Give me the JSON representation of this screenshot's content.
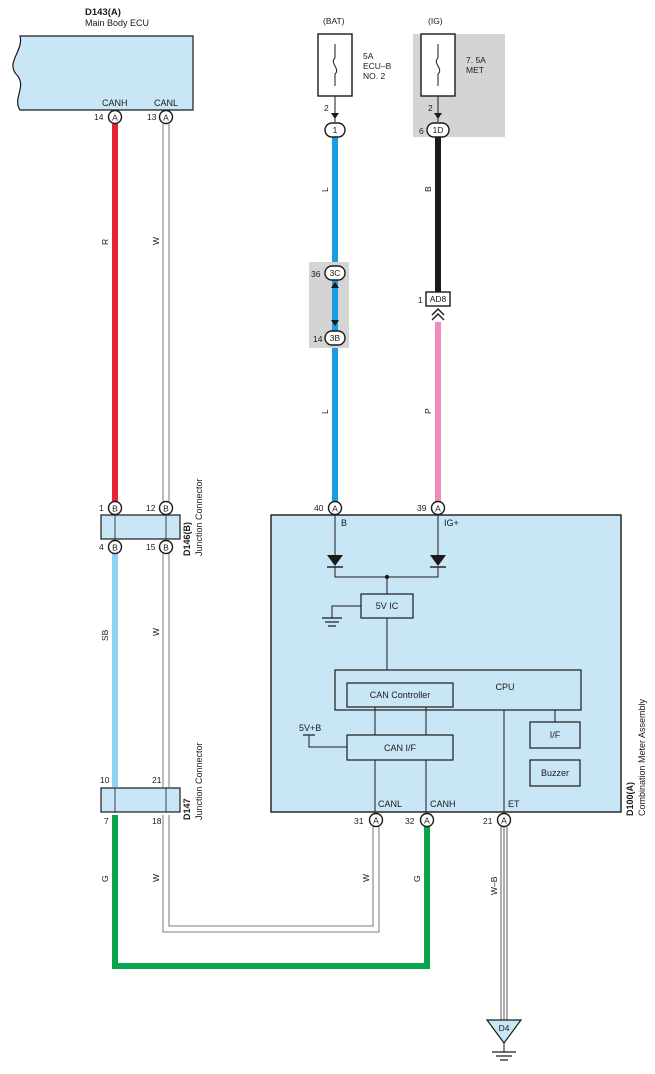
{
  "colors": {
    "ecu_fill": "#c9e6f6",
    "gray_fill": "#d4d4d4",
    "wire_red": "#e32636",
    "wire_blue": "#1a9de0",
    "wire_lightblue": "#8ed1f1",
    "wire_black": "#1a1a1a",
    "wire_pink": "#f28bbd",
    "wire_green": "#07a54e",
    "wire_white": "#ffffff"
  },
  "ecu": {
    "code": "D143(A)",
    "name": "Main Body ECU",
    "canh": "CANH",
    "canl": "CANL",
    "pin_canh": "14",
    "pin_canl": "13",
    "conn": "A"
  },
  "fuse_bat": {
    "source": "(BAT)",
    "line1": "5A",
    "line2": "ECU–B",
    "line3": "NO. 2",
    "pin": "2",
    "conn": "1"
  },
  "fuse_ig": {
    "source": "(IG)",
    "line1": "7. 5A",
    "line2": "MET",
    "pin": "2",
    "conn_pin": "6",
    "conn": "1D"
  },
  "conn_3c": {
    "pin": "36",
    "conn": "3C"
  },
  "conn_3b": {
    "pin": "14",
    "conn": "3B"
  },
  "conn_ad8": {
    "pin": "1",
    "conn": "AD8"
  },
  "d146": {
    "code": "D146(B)",
    "name": "Junction Connector",
    "pin_tl": "1",
    "pin_tr": "12",
    "pin_bl": "4",
    "pin_br": "15",
    "conn": "B"
  },
  "d147": {
    "code": "D147",
    "name": "Junction Connector",
    "pin_tl": "10",
    "pin_tr": "21",
    "pin_bl": "7",
    "pin_br": "18"
  },
  "meter": {
    "code": "D100(A)",
    "name": "Combination Meter Assembly",
    "pin_b": "40",
    "pin_ig": "39",
    "lbl_b": "B",
    "lbl_ig": "IG+",
    "ic": "5V IC",
    "cpu": "CPU",
    "can_controller": "CAN Controller",
    "can_if": "CAN I/F",
    "if": "I/F",
    "buzzer": "Buzzer",
    "v5b": "5V+B",
    "lbl_canl": "CANL",
    "lbl_canh": "CANH",
    "lbl_et": "ET",
    "pin_canl": "31",
    "pin_canh": "32",
    "pin_et": "21",
    "conn": "A"
  },
  "wires": {
    "r": "R",
    "w": "W",
    "l": "L",
    "b": "B",
    "p": "P",
    "sb": "SB",
    "g": "G",
    "wb": "W–B"
  },
  "ground": {
    "label": "D4"
  }
}
